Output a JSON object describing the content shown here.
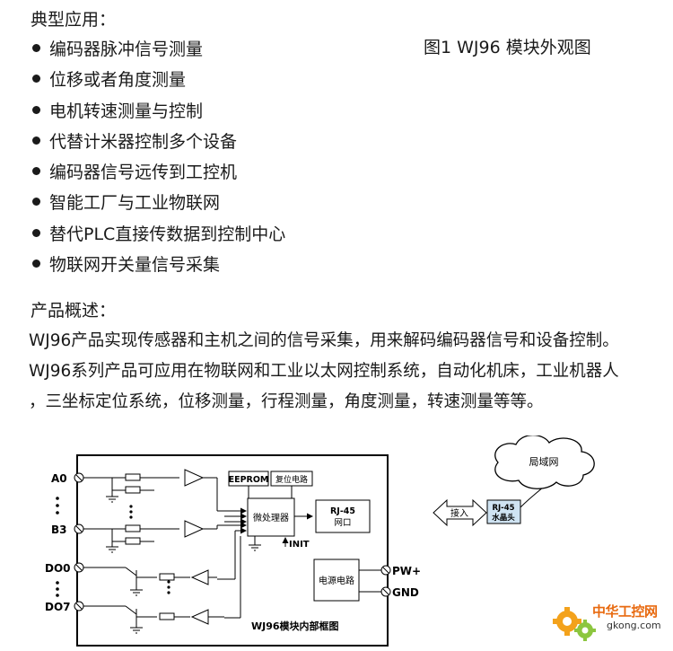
{
  "app_heading": "典型应用：",
  "applications": [
    "编码器脉冲信号测量",
    "位移或者角度测量",
    "电机转速测量与控制",
    "代替计米器控制多个设备",
    "编码器信号远传到工控机",
    "智能工厂与工业物联网",
    "替代PLC直接传数据到控制中心",
    "物联网开关量信号采集"
  ],
  "figure_caption": "图1  WJ96 模块外观图",
  "overview_heading": "产品概述：",
  "overview_lines": [
    "WJ96产品实现传感器和主机之间的信号采集，用来解码编码器信号和设备控制。",
    "WJ96系列产品可应用在物联网和工业以太网控制系统，自动化机床，工业机器人",
    "，三坐标定位系统，位移测量，行程测量，角度测量，转速测量等等。"
  ],
  "diagram": {
    "pins_left": {
      "a0": "A0",
      "b3": "B3",
      "do0": "DO0",
      "do7": "DO7"
    },
    "eeprom": "EEPROM",
    "reset_circuit": "复位电路",
    "mcu": "微处理器",
    "init": "INIT",
    "rj45_top": "RJ-45",
    "rj45_bottom": "网口",
    "power_circuit": "电源电路",
    "pw_plus": "PW+",
    "gnd": "GND",
    "block_caption": "WJ96模块内部框图",
    "arrow_label": "接入",
    "connector_top": "RJ-45",
    "connector_bottom": "水晶头",
    "cloud_label": "局域网"
  },
  "watermark": {
    "title": "中华工控网",
    "url": "gkong.com"
  }
}
